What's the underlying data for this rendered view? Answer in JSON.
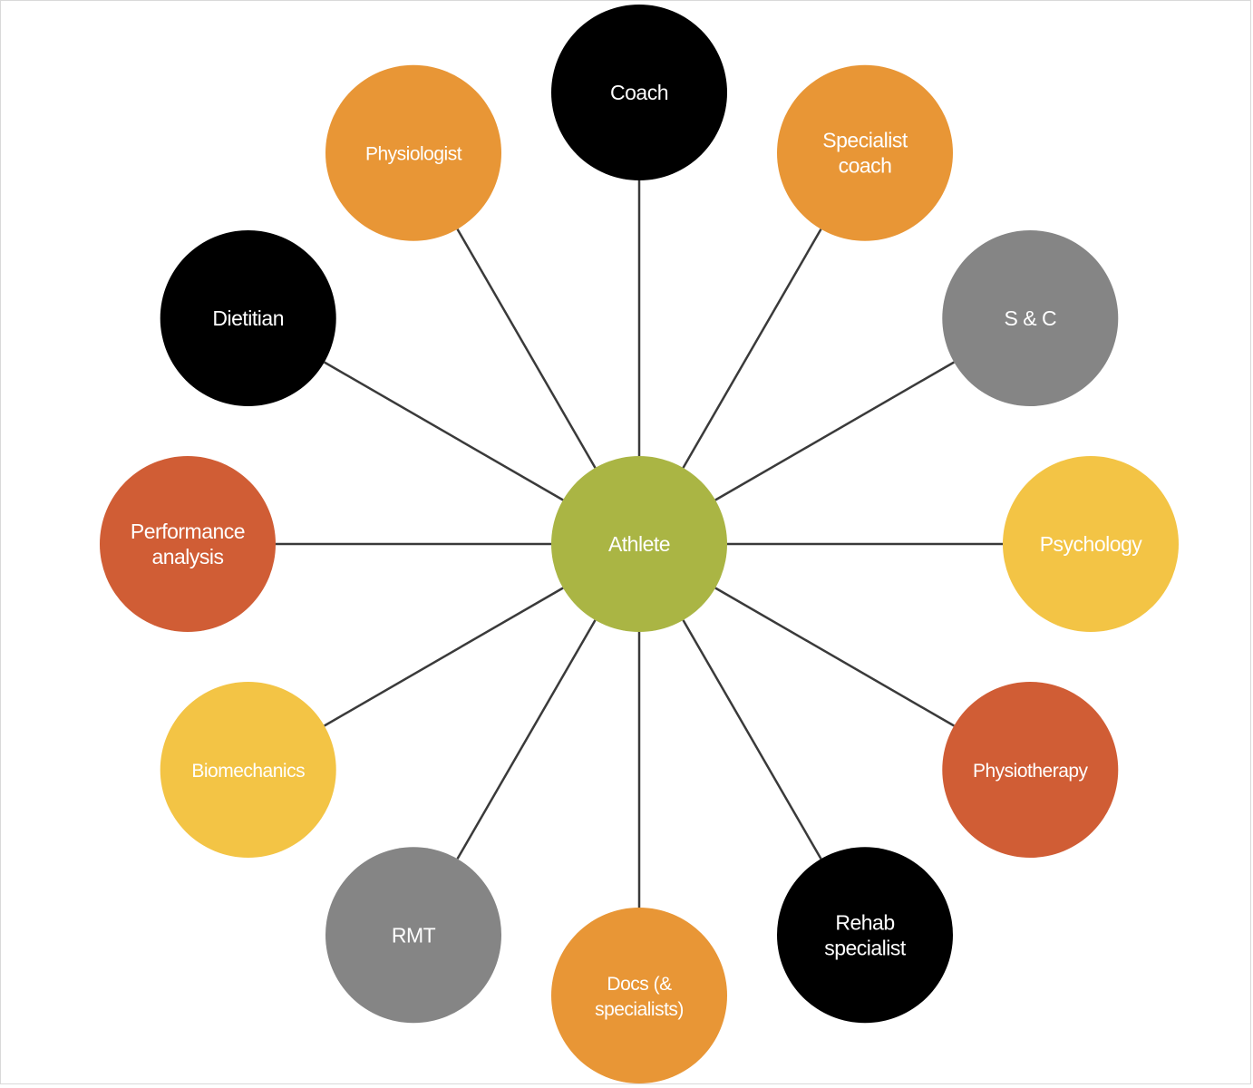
{
  "center": {
    "id": "athlete",
    "lines": [
      "Athlete"
    ],
    "color": "#aab544"
  },
  "nodes": [
    {
      "id": "coach",
      "lines": [
        "Coach"
      ],
      "color": "#000000"
    },
    {
      "id": "specialist-coach",
      "lines": [
        "Specialist",
        "coach"
      ],
      "color": "#e89636"
    },
    {
      "id": "s-and-c",
      "lines": [
        "S & C"
      ],
      "color": "#858585"
    },
    {
      "id": "psychology",
      "lines": [
        "Psychology"
      ],
      "color": "#f3c445"
    },
    {
      "id": "physiotherapy",
      "lines": [
        "Physiotherapy"
      ],
      "color": "#d05d35"
    },
    {
      "id": "rehab-specialist",
      "lines": [
        "Rehab",
        "specialist"
      ],
      "color": "#000000"
    },
    {
      "id": "docs-specialists",
      "lines": [
        "Docs (&",
        "specialists)"
      ],
      "color": "#e89636"
    },
    {
      "id": "rmt",
      "lines": [
        "RMT"
      ],
      "color": "#858585"
    },
    {
      "id": "biomechanics",
      "lines": [
        "Biomechanics"
      ],
      "color": "#f3c445"
    },
    {
      "id": "performance-analysis",
      "lines": [
        "Performance",
        "analysis"
      ],
      "color": "#d05d35"
    },
    {
      "id": "dietitian",
      "lines": [
        "Dietitian"
      ],
      "color": "#000000"
    },
    {
      "id": "physiologist",
      "lines": [
        "Physiologist"
      ],
      "color": "#e89636"
    }
  ],
  "edges": [
    [
      "athlete",
      "coach"
    ],
    [
      "athlete",
      "specialist-coach"
    ],
    [
      "athlete",
      "s-and-c"
    ],
    [
      "athlete",
      "psychology"
    ],
    [
      "athlete",
      "physiotherapy"
    ],
    [
      "athlete",
      "rehab-specialist"
    ],
    [
      "athlete",
      "docs-specialists"
    ],
    [
      "athlete",
      "rmt"
    ],
    [
      "athlete",
      "biomechanics"
    ],
    [
      "athlete",
      "performance-analysis"
    ],
    [
      "athlete",
      "dietitian"
    ],
    [
      "athlete",
      "physiologist"
    ]
  ]
}
